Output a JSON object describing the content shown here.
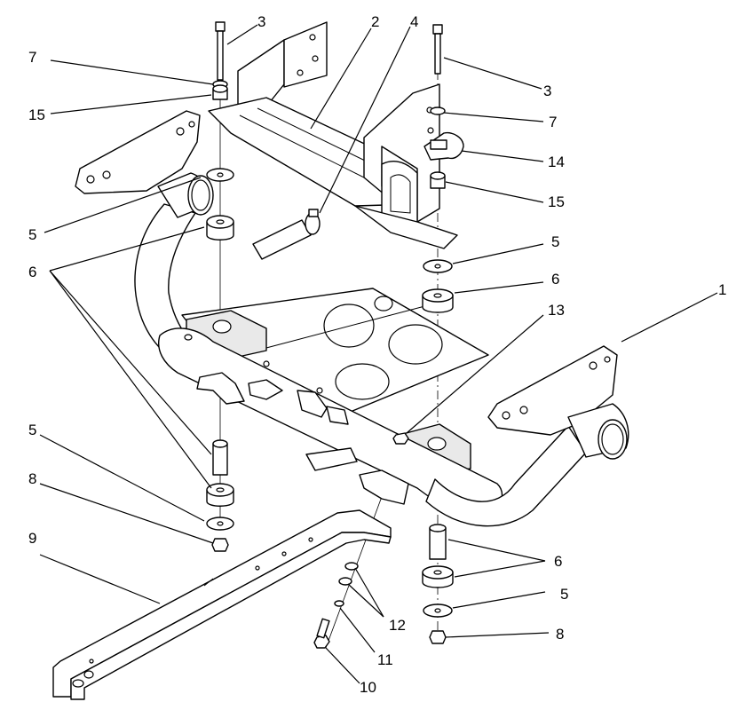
{
  "callouts": {
    "c1": "1",
    "c2": "2",
    "c3a": "3",
    "c3b": "3",
    "c4": "4",
    "c5a": "5",
    "c5b": "5",
    "c5c": "5",
    "c5d": "5",
    "c6a": "6",
    "c6b": "6",
    "c6c": "6",
    "c7a": "7",
    "c7b": "7",
    "c8a": "8",
    "c8b": "8",
    "c9": "9",
    "c10": "10",
    "c11": "11",
    "c12": "12",
    "c13": "13",
    "c14": "14",
    "c15a": "15",
    "c15b": "15"
  },
  "colors": {
    "line": "#000000",
    "background": "#ffffff"
  }
}
